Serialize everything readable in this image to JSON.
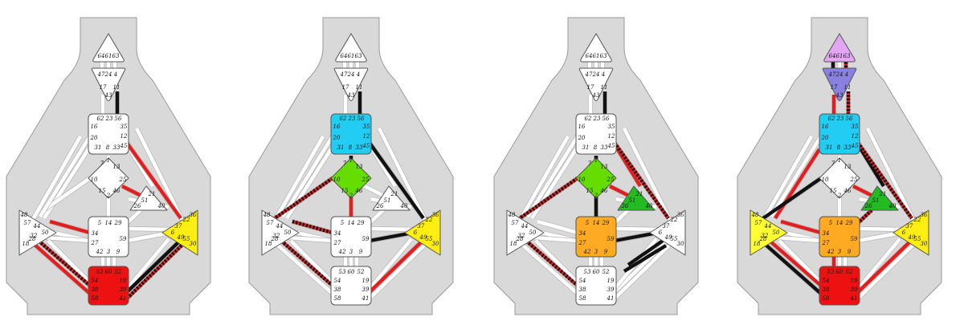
{
  "colors": {
    "silhouette": "#d9d9d9",
    "silhouette_stroke": "#9a9a9a",
    "undefined": "#ffffff",
    "channel": "#ffffff",
    "channel_stroke": "#b5b5b5",
    "black": "#111111",
    "red": "#e02020",
    "head_defined": "#e2a6f2",
    "ajna_defined": "#8a80e0",
    "throat_defined": "#22ccf2",
    "g_defined": "#66dd00",
    "ego_defined": "#22bb22",
    "sacral_defined": "#ffaa22",
    "spleen_defined": "#ffff33",
    "solar_defined": "#ffee11",
    "root_defined": "#ee1111"
  },
  "gates": {
    "head": [
      "64",
      "61",
      "63"
    ],
    "ajna_top": [
      "47",
      "24",
      "4"
    ],
    "ajna_mid": [
      "17",
      "11"
    ],
    "ajna_bottom": [
      "43"
    ],
    "throat_top": [
      "62",
      "23",
      "56"
    ],
    "throat_left": [
      "16",
      "20"
    ],
    "throat_right": [
      "35",
      "12",
      "45"
    ],
    "throat_bottom": [
      "31",
      "8",
      "33"
    ],
    "g_top": [
      "7",
      "1",
      "13"
    ],
    "g_side": [
      "10",
      "25"
    ],
    "g_bottom": [
      "15",
      "2",
      "46"
    ],
    "ego": [
      "21",
      "51",
      "26",
      "40"
    ],
    "spleen_top": [
      "48"
    ],
    "spleen_mid": [
      "57",
      "44"
    ],
    "spleen_low": [
      "32",
      "50"
    ],
    "spleen_bottom": [
      "18",
      "28"
    ],
    "sacral_top": [
      "5",
      "14",
      "29"
    ],
    "sacral_side": [
      "34",
      "27",
      "59"
    ],
    "sacral_bottom": [
      "42",
      "3",
      "9"
    ],
    "solar_top": [
      "36",
      "22"
    ],
    "solar_mid": [
      "37",
      "6",
      "49"
    ],
    "solar_bottom": [
      "55",
      "30"
    ],
    "root_top": [
      "53",
      "60",
      "52"
    ],
    "root_left": [
      "54",
      "38",
      "58"
    ],
    "root_right": [
      "19",
      "39",
      "41"
    ]
  },
  "charts": [
    {
      "defined": {
        "head": false,
        "ajna": false,
        "throat": false,
        "g": false,
        "ego": false,
        "sacral": false,
        "spleen": false,
        "solar": true,
        "root": true
      },
      "marks": [
        {
          "ch": "ajna-throat-right",
          "style": "black"
        },
        {
          "ch": "throat-solar",
          "style": "red"
        },
        {
          "ch": "solar-root-a",
          "style": "black"
        },
        {
          "ch": "solar-root-b",
          "style": "redblack"
        },
        {
          "ch": "spleen-root-a",
          "style": "redblack"
        },
        {
          "ch": "spleen-root-b",
          "style": "red"
        },
        {
          "ch": "spleen-sacral-a",
          "style": "red"
        },
        {
          "ch": "g-ego",
          "style": "red"
        }
      ]
    },
    {
      "defined": {
        "head": false,
        "ajna": false,
        "throat": true,
        "g": true,
        "ego": false,
        "sacral": false,
        "spleen": false,
        "solar": true,
        "root": false
      },
      "marks": [
        {
          "ch": "ajna-throat-right",
          "style": "black"
        },
        {
          "ch": "throat-g",
          "style": "black"
        },
        {
          "ch": "throat-solar",
          "style": "black"
        },
        {
          "ch": "g-spleen",
          "style": "redblack"
        },
        {
          "ch": "g-sacral",
          "style": "red"
        },
        {
          "ch": "spleen-sacral-a",
          "style": "redblack"
        },
        {
          "ch": "spleen-root-a",
          "style": "redblack"
        },
        {
          "ch": "sacral-solar",
          "style": "black"
        },
        {
          "ch": "solar-root-a",
          "style": "red"
        }
      ]
    },
    {
      "defined": {
        "head": false,
        "ajna": false,
        "throat": false,
        "g": true,
        "ego": true,
        "sacral": true,
        "spleen": false,
        "solar": false,
        "root": false
      },
      "marks": [
        {
          "ch": "ajna-throat-right",
          "style": "black"
        },
        {
          "ch": "throat-g",
          "style": "black"
        },
        {
          "ch": "throat-ego",
          "style": "red"
        },
        {
          "ch": "g-ego",
          "style": "red"
        },
        {
          "ch": "g-sacral",
          "style": "black"
        },
        {
          "ch": "spleen-root-a",
          "style": "redblack"
        },
        {
          "ch": "g-spleen",
          "style": "redblack"
        },
        {
          "ch": "throat-solar",
          "style": "redblack"
        },
        {
          "ch": "sacral-solar",
          "style": "black"
        },
        {
          "ch": "sacral-root-b",
          "style": "black"
        },
        {
          "ch": "sacral-root-c",
          "style": "black"
        }
      ]
    },
    {
      "defined": {
        "head": true,
        "ajna": true,
        "throat": true,
        "g": false,
        "ego": true,
        "sacral": true,
        "spleen": true,
        "solar": true,
        "root": true
      },
      "marks": [
        {
          "ch": "head-ajna-a",
          "style": "black"
        },
        {
          "ch": "head-ajna-b",
          "style": "redblack"
        },
        {
          "ch": "ajna-throat-left",
          "style": "red"
        },
        {
          "ch": "ajna-throat-right",
          "style": "redblack"
        },
        {
          "ch": "throat-ego",
          "style": "black"
        },
        {
          "ch": "throat-solar",
          "style": "redblack"
        },
        {
          "ch": "throat-spleen",
          "style": "red"
        },
        {
          "ch": "g-spleen",
          "style": "black"
        },
        {
          "ch": "g-ego",
          "style": "red"
        },
        {
          "ch": "ego-sacral",
          "style": "redblack"
        },
        {
          "ch": "spleen-sacral-a",
          "style": "red"
        },
        {
          "ch": "spleen-root-a",
          "style": "red"
        },
        {
          "ch": "spleen-root-b",
          "style": "black"
        },
        {
          "ch": "sacral-root-a",
          "style": "red"
        },
        {
          "ch": "solar-root-a",
          "style": "red"
        }
      ]
    }
  ]
}
